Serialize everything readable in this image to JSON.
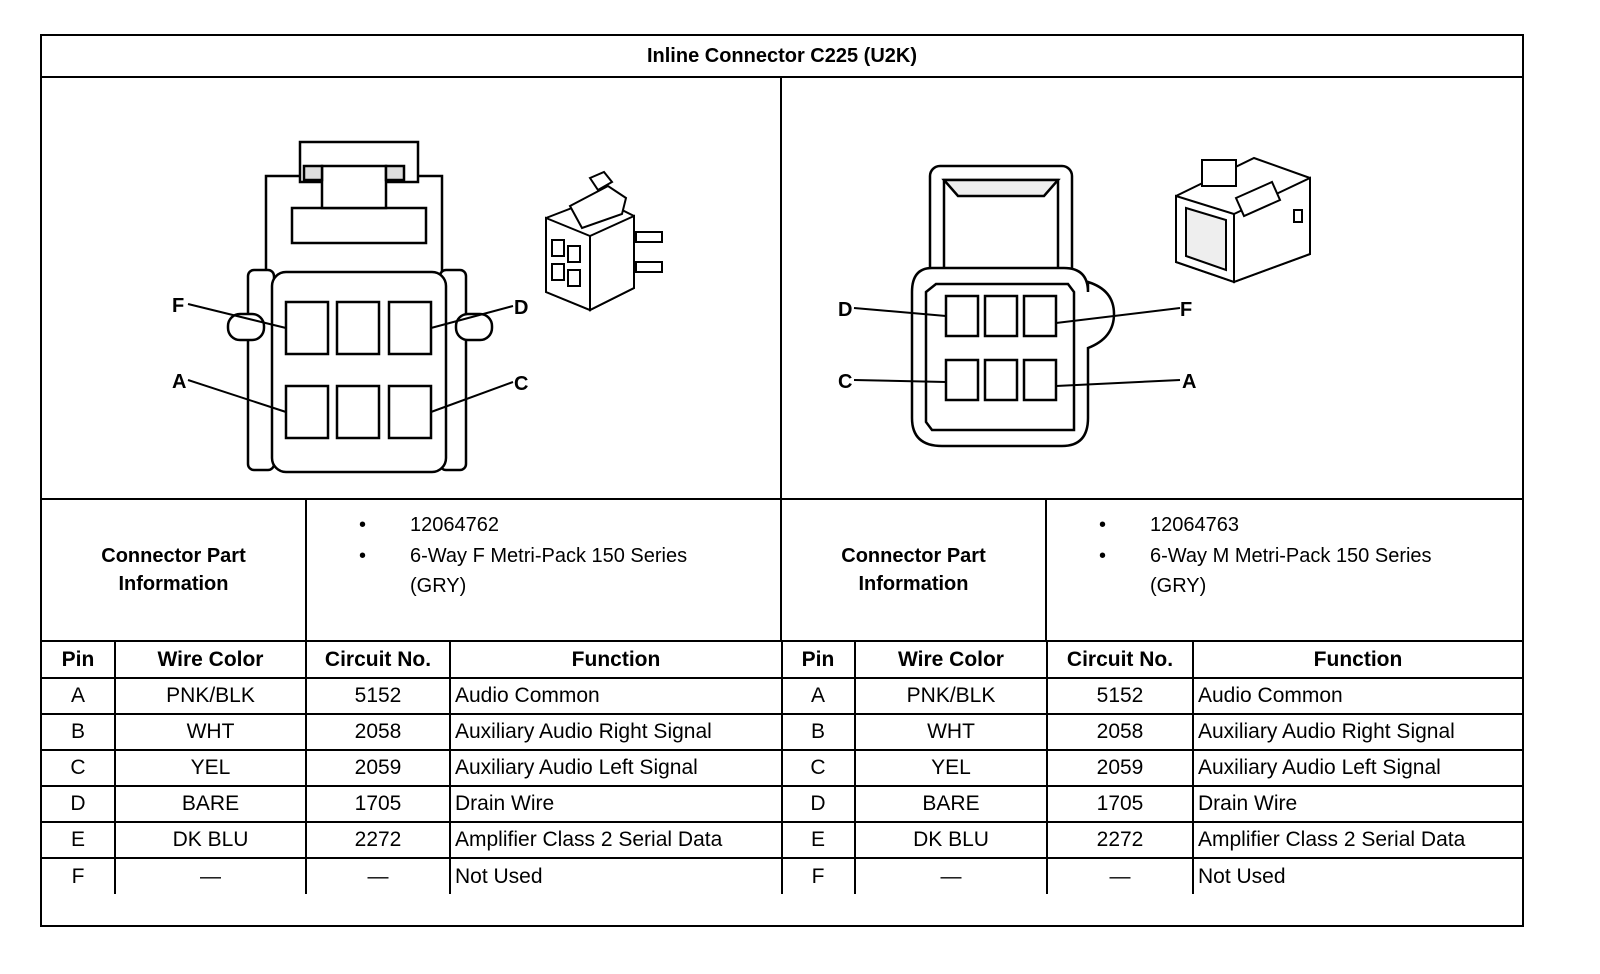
{
  "title": "Inline Connector C225 (U2K)",
  "left_connector": {
    "pin_callouts": [
      "F",
      "D",
      "A",
      "C"
    ],
    "info_label": "Connector Part Information",
    "part_number": "12064762",
    "description_line1": "6-Way F Metri-Pack 150 Series",
    "description_line2": "(GRY)"
  },
  "right_connector": {
    "pin_callouts": [
      "D",
      "F",
      "C",
      "A"
    ],
    "info_label": "Connector Part Information",
    "part_number": "12064763",
    "description_line1": "6-Way M Metri-Pack 150 Series",
    "description_line2": "(GRY)"
  },
  "table_headers": [
    "Pin",
    "Wire Color",
    "Circuit No.",
    "Function"
  ],
  "rows": [
    {
      "pin": "A",
      "color": "PNK/BLK",
      "circuit": "5152",
      "function": "Audio Common"
    },
    {
      "pin": "B",
      "color": "WHT",
      "circuit": "2058",
      "function": "Auxiliary Audio Right Signal"
    },
    {
      "pin": "C",
      "color": "YEL",
      "circuit": "2059",
      "function": "Auxiliary Audio Left Signal"
    },
    {
      "pin": "D",
      "color": "BARE",
      "circuit": "1705",
      "function": "Drain Wire"
    },
    {
      "pin": "E",
      "color": "DK BLU",
      "circuit": "2272",
      "function": "Amplifier Class 2 Serial Data"
    },
    {
      "pin": "F",
      "color": "—",
      "circuit": "—",
      "function": "Not Used"
    }
  ]
}
